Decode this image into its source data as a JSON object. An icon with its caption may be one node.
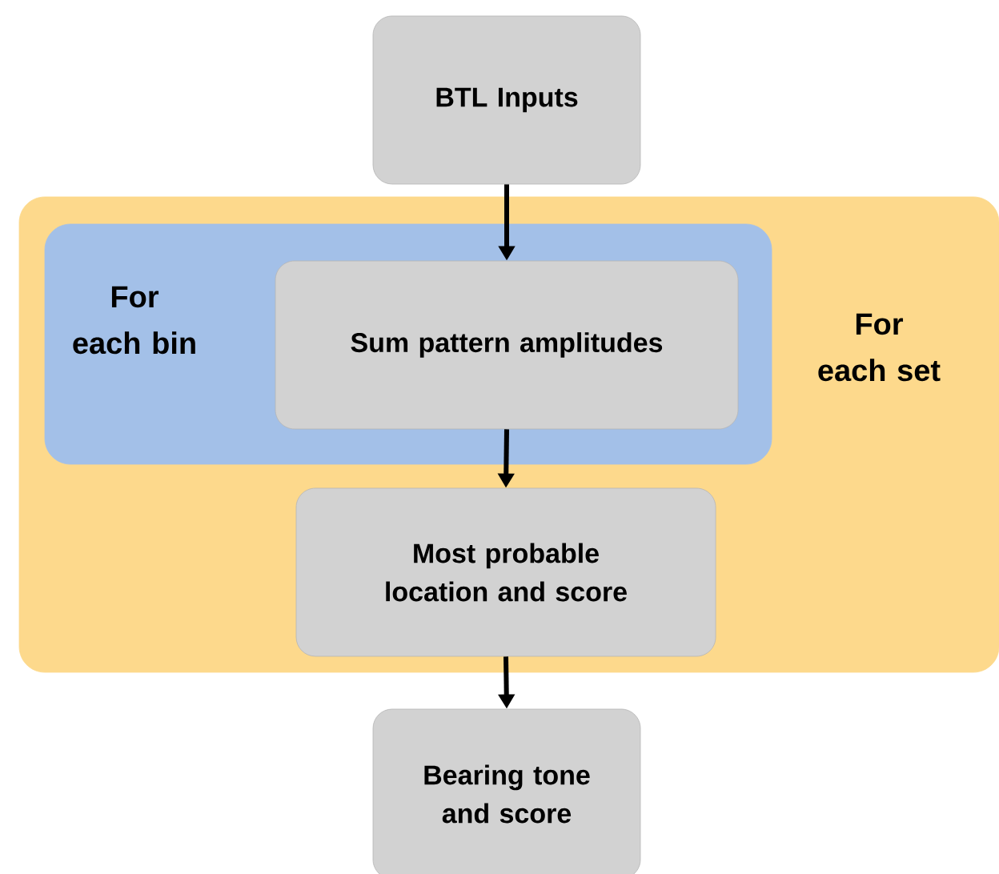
{
  "diagram": {
    "nodes": [
      {
        "text": [
          "BTL Inputs"
        ]
      },
      {
        "text": [
          "For each set"
        ]
      },
      {
        "text": [
          "For each bin"
        ],
        "in": 1
      },
      {
        "text": [
          "Sum pattern amplitudes"
        ],
        "in": 2
      },
      {
        "text": [
          "Most probable location and score"
        ],
        "in": 1
      },
      {
        "text": [
          "Bearing tone and score"
        ]
      }
    ],
    "edges": [
      {
        "from": 0,
        "to": 3,
        "arrow": "to"
      },
      {
        "from": 3,
        "to": 4,
        "arrow": "to"
      },
      {
        "from": 4,
        "to": 5,
        "arrow": "to"
      }
    ]
  }
}
